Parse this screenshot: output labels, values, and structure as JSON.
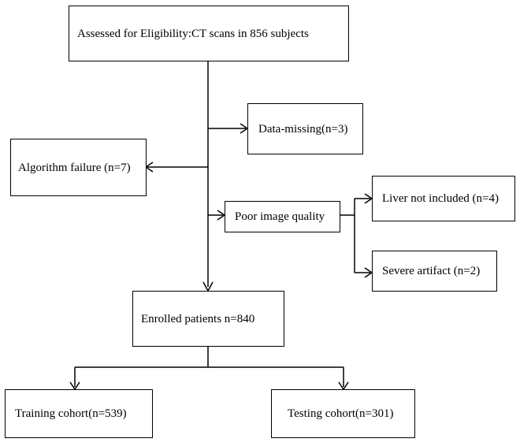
{
  "boxes": {
    "assessed": "Assessed for Eligibility:CT scans in 856 subjects",
    "data_missing": "Data-missing(n=3)",
    "algorithm_failure": "Algorithm failure (n=7)",
    "poor_image_quality": "Poor image quality",
    "liver_not_included": "Liver not included (n=4)",
    "severe_artifact": "Severe artifact (n=2)",
    "enrolled": "Enrolled patients n=840",
    "training": "Training cohort(n=539)",
    "testing": "Testing cohort(n=301)"
  }
}
